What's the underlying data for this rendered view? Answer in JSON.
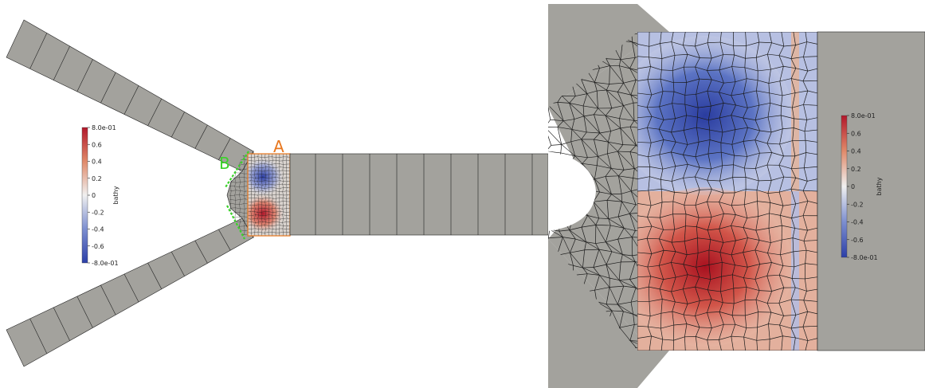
{
  "markers": {
    "a": {
      "text": "A",
      "color": "#e8771e"
    },
    "b": {
      "text": "B",
      "color": "#3bd22a"
    }
  },
  "colorbar_left": {
    "title": "bathy",
    "ticks": [
      "8.0e-01",
      "0.6",
      "0.4",
      "0.2",
      "0",
      "-0.2",
      "-0.4",
      "-0.6",
      "-8.0e-01"
    ]
  },
  "colorbar_right": {
    "title": "bathy",
    "ticks": [
      "8.0e-01",
      "0.6",
      "0.4",
      "0.2",
      "0",
      "-0.2",
      "-0.4",
      "-0.6",
      "-8.0e-01"
    ]
  },
  "colors": {
    "background": "#ffffff",
    "domain_fill": "#a3a29d",
    "mesh_line": "#1a1a1a",
    "cmap_high": "#b2182b",
    "cmap_mid": "#f0f0f0",
    "cmap_low": "#2c3fa8"
  }
}
